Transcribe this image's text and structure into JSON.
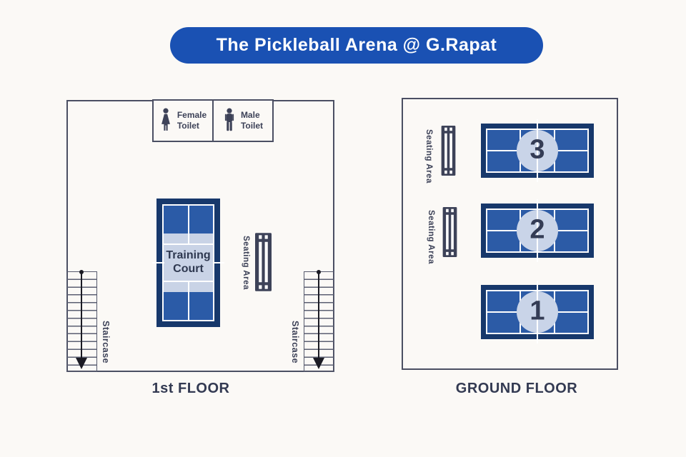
{
  "title": "The Pickleball Arena @ G.Rapat",
  "colors": {
    "banner_blue": "#1a51b3",
    "court_frame_navy": "#17386b",
    "court_fill_blue": "#2c5ba6",
    "court_light": "#c9d3e6",
    "ink": "#3d4258",
    "line_white": "#ffffff"
  },
  "first_floor": {
    "label": "1st FLOOR",
    "toilet_sign": {
      "female_line1": "Female",
      "female_line2": "Toilet",
      "male_line1": "Male",
      "male_line2": "Toilet"
    },
    "training_court": {
      "line1": "Training",
      "line2": "Court"
    },
    "seating_label": "Seating Area",
    "staircase_left_label": "Staircase",
    "staircase_right_label": "Staircase"
  },
  "ground_floor": {
    "label": "GROUND FLOOR",
    "seating_label_top": "Seating Area",
    "seating_label_middle": "Seating Area",
    "courts": [
      {
        "number": "3"
      },
      {
        "number": "2"
      },
      {
        "number": "1"
      }
    ]
  }
}
